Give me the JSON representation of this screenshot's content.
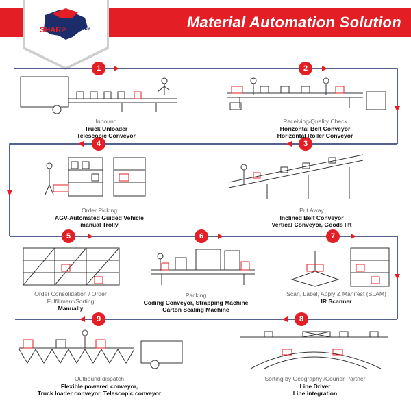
{
  "header": {
    "title": "Material Automation Solution",
    "logo_brand": "SHARP",
    "logo_sub": "BOARD SYSTEM"
  },
  "colors": {
    "accent": "#e31e25",
    "line": "#1d2d6b"
  },
  "steps": [
    {
      "num": "1",
      "stage": "Inbound",
      "equipment": [
        "Truck Unloader",
        "Telescopic Conveyor"
      ]
    },
    {
      "num": "2",
      "stage": "Receiving/Quality Check",
      "equipment": [
        "Horizontal Belt Conveyor",
        "Horizontal Roller Conveyor"
      ]
    },
    {
      "num": "3",
      "stage": "Put Away",
      "equipment": [
        "Inclined Belt Conveyor",
        "Vertical Conveyor, Goods lift"
      ]
    },
    {
      "num": "4",
      "stage": "Order Picking",
      "equipment": [
        "AGV-Automated Guided Vehicle",
        "manual Trolly"
      ]
    },
    {
      "num": "5",
      "stage": "Order Consolidation / Order Fulfillment/Sorting",
      "equipment": [
        "Manually"
      ]
    },
    {
      "num": "6",
      "stage": "Packing",
      "equipment": [
        "Coding Conveyor, Strapping Machine",
        "Carton Sealing Machine"
      ]
    },
    {
      "num": "7",
      "stage": "Scan, Label, Apply & Manifest (SLAM)",
      "equipment": [
        "IR Scanner"
      ]
    },
    {
      "num": "8",
      "stage": "Sorting by Geography /Courier Partner",
      "equipment": [
        "Line Driver",
        "Line integration"
      ]
    },
    {
      "num": "9",
      "stage": "Outbound dispatch",
      "equipment": [
        "Flexible powered conveyor,",
        "Truck loader conveyor, Telescopic conveyor"
      ]
    }
  ]
}
